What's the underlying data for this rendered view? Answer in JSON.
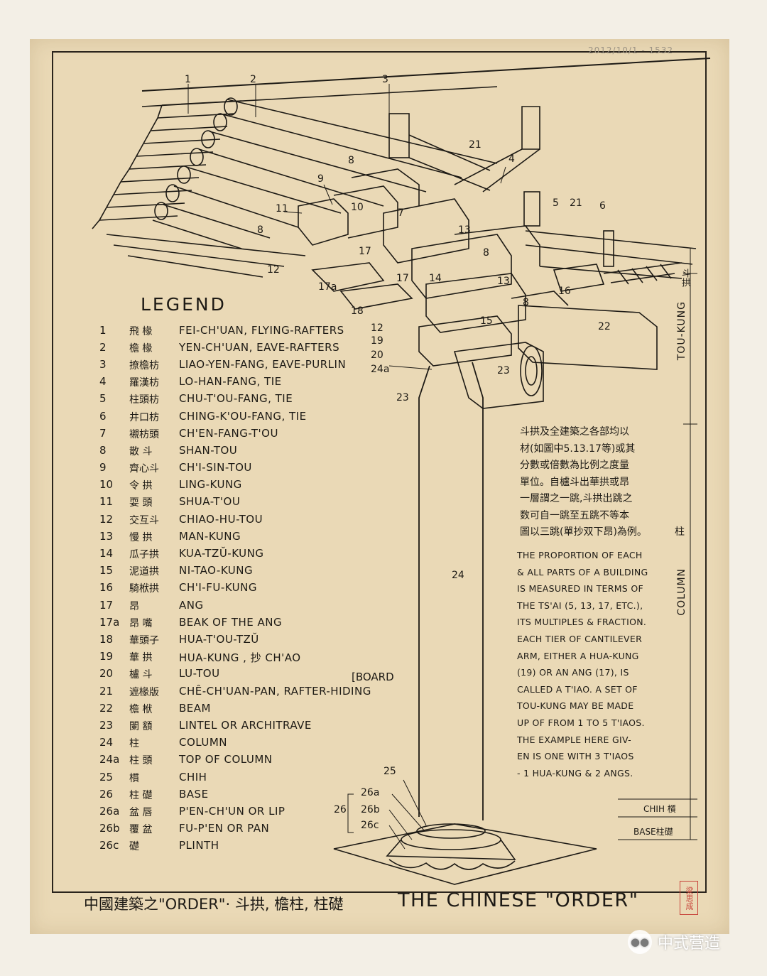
{
  "legend_title": "LEGEND",
  "legend": [
    {
      "num": "1",
      "cn": "飛 椽",
      "en": "FEI-CH'UAN, FLYING-RAFTERS"
    },
    {
      "num": "2",
      "cn": "檐 椽",
      "en": "YEN-CH'UAN, EAVE-RAFTERS"
    },
    {
      "num": "3",
      "cn": "撩檐枋",
      "en": "LIAO-YEN-FANG, EAVE-PURLIN"
    },
    {
      "num": "4",
      "cn": "羅漢枋",
      "en": "LO-HAN-FANG, TIE"
    },
    {
      "num": "5",
      "cn": "柱頭枋",
      "en": "CHU-T'OU-FANG, TIE"
    },
    {
      "num": "6",
      "cn": "井口枋",
      "en": "CHING-K'OU-FANG, TIE"
    },
    {
      "num": "7",
      "cn": "襯枋頭",
      "en": "CH'EN-FANG-T'OU"
    },
    {
      "num": "8",
      "cn": "散 斗",
      "en": "SHAN-TOU"
    },
    {
      "num": "9",
      "cn": "齊心斗",
      "en": "CH'I-SIN-TOU"
    },
    {
      "num": "10",
      "cn": "令 拱",
      "en": "LING-KUNG"
    },
    {
      "num": "11",
      "cn": "耍 頭",
      "en": "SHUA-T'OU"
    },
    {
      "num": "12",
      "cn": "交互斗",
      "en": "CHIAO-HU-TOU"
    },
    {
      "num": "13",
      "cn": "慢 拱",
      "en": "MAN-KUNG"
    },
    {
      "num": "14",
      "cn": "瓜子拱",
      "en": "KUA-TZŬ-KUNG"
    },
    {
      "num": "15",
      "cn": "泥道拱",
      "en": "NI-TAO-KUNG"
    },
    {
      "num": "16",
      "cn": "騎栿拱",
      "en": "CH'I-FU-KUNG"
    },
    {
      "num": "17",
      "cn": "昂",
      "en": "ANG"
    },
    {
      "num": "17a",
      "cn": "昂 嘴",
      "en": "BEAK OF THE ANG"
    },
    {
      "num": "18",
      "cn": "華頭子",
      "en": "HUA-T'OU-TZŬ"
    },
    {
      "num": "19",
      "cn": "華 拱",
      "en": "HUA-KUNG , 抄 CH'AO"
    },
    {
      "num": "20",
      "cn": "櫨 斗",
      "en": "LU-TOU"
    },
    {
      "num": "21",
      "cn": "遮椽版",
      "en": "CHÊ-CH'UAN-PAN, RAFTER-HIDING"
    },
    {
      "num": "22",
      "cn": "檐 栿",
      "en": "BEAM"
    },
    {
      "num": "23",
      "cn": "闌 額",
      "en": "LINTEL OR ARCHITRAVE"
    },
    {
      "num": "24",
      "cn": "柱",
      "en": "COLUMN"
    },
    {
      "num": "24a",
      "cn": "柱 頭",
      "en": "TOP OF COLUMN"
    },
    {
      "num": "25",
      "cn": "櫍",
      "en": "CHIH"
    },
    {
      "num": "26",
      "cn": "柱 礎",
      "en": "BASE"
    },
    {
      "num": "26a",
      "cn": "盆 唇",
      "en": "P'EN-CH'UN OR LIP"
    },
    {
      "num": "26b",
      "cn": "覆 盆",
      "en": "FU-P'EN OR PAN"
    },
    {
      "num": "26c",
      "cn": "礎",
      "en": "PLINTH"
    }
  ],
  "board_note": "[BOARD",
  "note_cn": [
    "斗拱及全建築之各部均以",
    "材(如圖中5.13.17等)或其",
    "分數或倍數為比例之度量",
    "單位。自櫨斗出華拱或昂",
    "一層謂之一跳,斗拱出跳之",
    "数可自一跳至五跳不等本",
    "圖以三跳(單抄双下昂)為例。"
  ],
  "note_en": [
    "THE PROPORTION OF EACH",
    "& ALL PARTS OF A BUILDING",
    "IS MEASURED IN TERMS OF",
    "THE TS'AI (5, 13, 17, ETC.),",
    "ITS MULTIPLES & FRACTION.",
    "EACH TIER OF CANTILEVER",
    "ARM, EITHER A HUA-KUNG",
    "(19) OR AN ANG (17), IS",
    "CALLED A T'IAO. A SET OF",
    "TOU-KUNG MAY BE MADE",
    "UP OF FROM 1 TO 5 T'IAOS.",
    "THE EXAMPLE HERE GIV-",
    "EN IS ONE WITH 3 T'IAOS",
    "- 1 HUA-KUNG & 2 ANGS."
  ],
  "side": {
    "toukung_en": "TOU-KUNG",
    "toukung_cn": "斗拱",
    "column_en": "COLUMN",
    "column_cn": "柱",
    "chih": "CHIH 櫍",
    "base": "BASE柱礎"
  },
  "callouts": {
    "c1": "1",
    "c2": "2",
    "c3": "3",
    "c4": "4",
    "c5": "5",
    "c6": "6",
    "c7": "7",
    "c8a": "8",
    "c8b": "8",
    "c8c": "8",
    "c8d": "8",
    "c9": "9",
    "c10": "10",
    "c11": "11",
    "c12a": "12",
    "c12b": "12",
    "c13a": "13",
    "c13b": "13",
    "c14": "14",
    "c15": "15",
    "c16": "16",
    "c17a": "17",
    "c17b": "17",
    "c17aa": "17a",
    "c18": "18",
    "c19": "19",
    "c20": "20",
    "c21a": "21",
    "c21b": "21",
    "c22": "22",
    "c23a": "23",
    "c23b": "23",
    "c24": "24",
    "c24a": "24a",
    "c25": "25",
    "c26": "26",
    "c26a": "26a",
    "c26b": "26b",
    "c26c": "26c"
  },
  "title_cn": "中國建築之\"ORDER\"· 斗拱, 檐柱, 柱礎",
  "title_en": "THE CHINESE \"ORDER\"",
  "pencil_note": "2012/10/1 - 1532",
  "seal": "梁思成",
  "watermark": "中式营造",
  "colors": {
    "paper": "#ead9b6",
    "ink": "#1d1a15",
    "seal": "#c7433a"
  }
}
